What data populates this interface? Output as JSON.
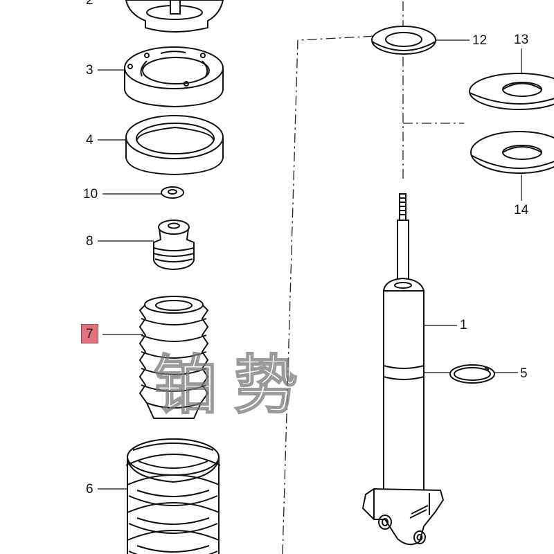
{
  "callouts": {
    "c1": "1",
    "c2": "2",
    "c3": "3",
    "c4": "4",
    "c5": "5",
    "c6": "6",
    "c7": "7",
    "c8": "8",
    "c10": "10",
    "c12": "12",
    "c13": "13",
    "c14": "14"
  },
  "highlighted_callout": "7",
  "highlight_color": "#e0737b",
  "watermark_text": "铂势"
}
